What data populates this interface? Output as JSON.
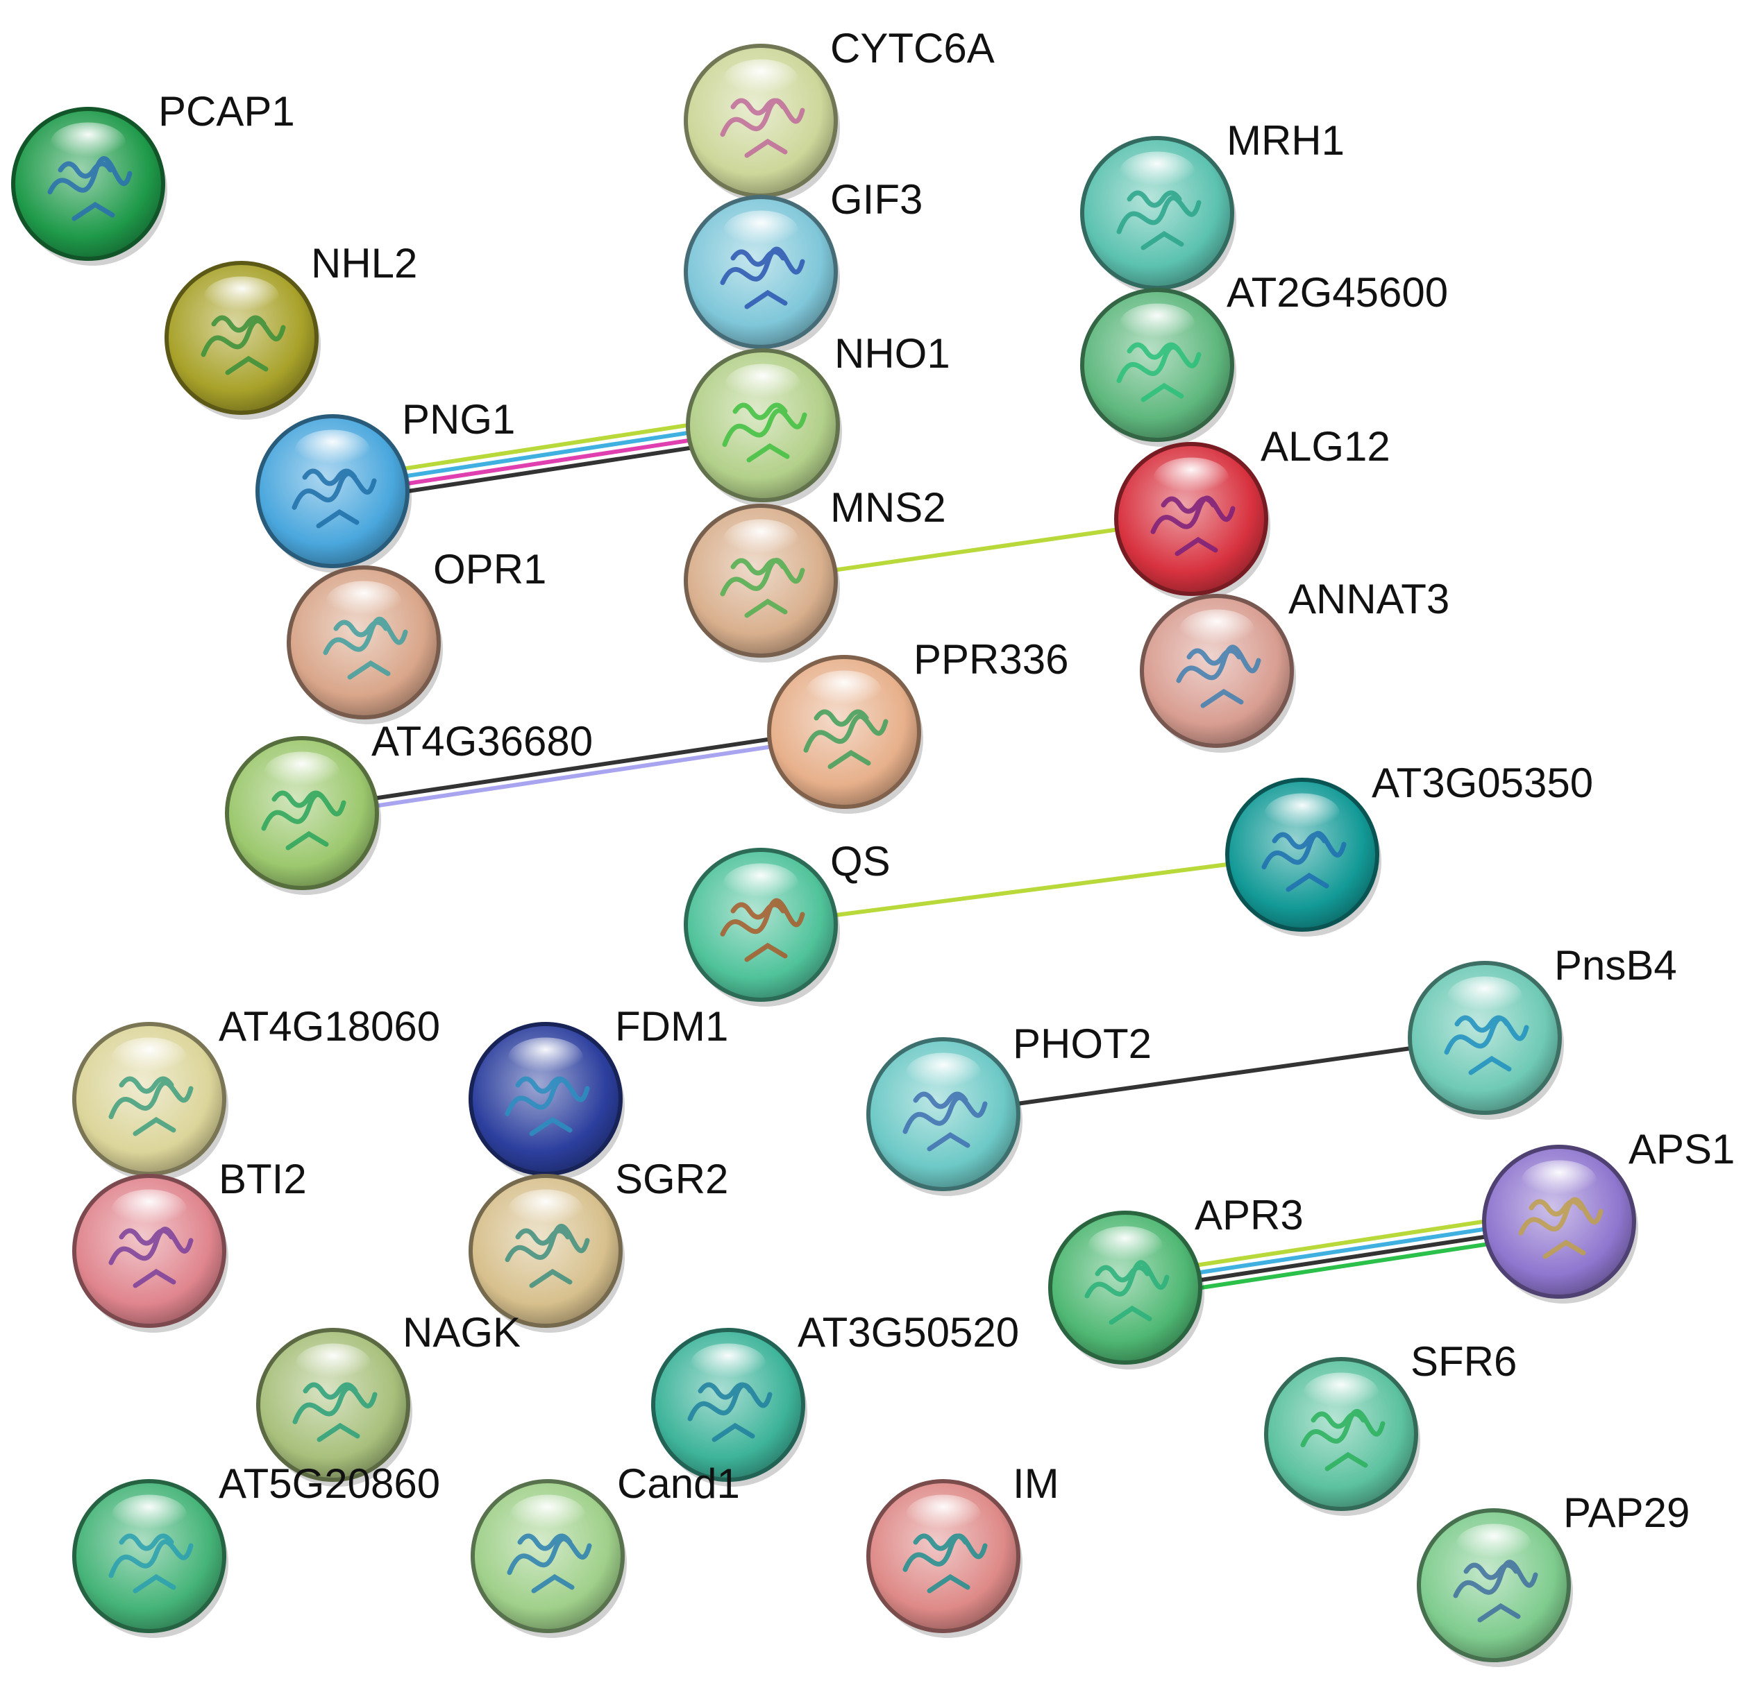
{
  "network": {
    "nodes": [
      {
        "id": "PCAP1",
        "label": "PCAP1",
        "color": "#1f9a4a",
        "protein_color": "#2a6fb0"
      },
      {
        "id": "NHL2",
        "label": "NHL2",
        "color": "#a8a22a",
        "protein_color": "#3a8f3a"
      },
      {
        "id": "CYTC6A",
        "label": "CYTC6A",
        "color": "#cdd79a",
        "protein_color": "#c06a9a"
      },
      {
        "id": "GIF3",
        "label": "GIF3",
        "color": "#7fc7d9",
        "protein_color": "#2a55b0"
      },
      {
        "id": "NHO1",
        "label": "NHO1",
        "color": "#b3d08a",
        "protein_color": "#3fbf3f"
      },
      {
        "id": "PNG1",
        "label": "PNG1",
        "color": "#4aa7dd",
        "protein_color": "#1f6fa8"
      },
      {
        "id": "MNS2",
        "label": "MNS2",
        "color": "#d9b08e",
        "protein_color": "#4fae4f"
      },
      {
        "id": "OPR1",
        "label": "OPR1",
        "color": "#d9a68a",
        "protein_color": "#3f9f9f"
      },
      {
        "id": "MRH1",
        "label": "MRH1",
        "color": "#5cc2b0",
        "protein_color": "#2aa58a"
      },
      {
        "id": "AT2G45600",
        "label": "AT2G45600",
        "color": "#5fb87e",
        "protein_color": "#2ac07a"
      },
      {
        "id": "ALG12",
        "label": "ALG12",
        "color": "#d8323f",
        "protein_color": "#7a1f7a"
      },
      {
        "id": "ANNAT3",
        "label": "ANNAT3",
        "color": "#d99e92",
        "protein_color": "#3f7fb0"
      },
      {
        "id": "PPR336",
        "label": "PPR336",
        "color": "#e7b08b",
        "protein_color": "#3f9f5a"
      },
      {
        "id": "AT4G36680",
        "label": "AT4G36680",
        "color": "#9cc86e",
        "protein_color": "#2aa55a"
      },
      {
        "id": "AT3G05350",
        "label": "AT3G05350",
        "color": "#139a97",
        "protein_color": "#1f6fb0"
      },
      {
        "id": "QS",
        "label": "QS",
        "color": "#50c39b",
        "protein_color": "#a85a2a"
      },
      {
        "id": "AT4G18060",
        "label": "AT4G18060",
        "color": "#dcd59a",
        "protein_color": "#3f9f7f"
      },
      {
        "id": "FDM1",
        "label": "FDM1",
        "color": "#2c3f9e",
        "protein_color": "#2a8fc0"
      },
      {
        "id": "BTI2",
        "label": "BTI2",
        "color": "#e0858e",
        "protein_color": "#7a3f9a"
      },
      {
        "id": "SGR2",
        "label": "SGR2",
        "color": "#d7c08d",
        "protein_color": "#3f8f7f"
      },
      {
        "id": "PHOT2",
        "label": "PHOT2",
        "color": "#6dc9c6",
        "protein_color": "#3f6fb0"
      },
      {
        "id": "PnsB4",
        "label": "PnsB4",
        "color": "#6fcab6",
        "protein_color": "#1f8fc0"
      },
      {
        "id": "APS1",
        "label": "APS1",
        "color": "#8f76cf",
        "protein_color": "#c0a04a"
      },
      {
        "id": "APR3",
        "label": "APR3",
        "color": "#4fb873",
        "protein_color": "#2ab07a"
      },
      {
        "id": "NAGK",
        "label": "NAGK",
        "color": "#a8c07c",
        "protein_color": "#2aa07a"
      },
      {
        "id": "AT3G50520",
        "label": "AT3G50520",
        "color": "#3eb49a",
        "protein_color": "#1f7f9f"
      },
      {
        "id": "SFR6",
        "label": "SFR6",
        "color": "#5cc2a0",
        "protein_color": "#2ab05a"
      },
      {
        "id": "AT5G20860",
        "label": "AT5G20860",
        "color": "#45b478",
        "protein_color": "#2a9fb0"
      },
      {
        "id": "CanD1",
        "label": "Cand1",
        "color": "#9fd08a",
        "protein_color": "#2a7fb0"
      },
      {
        "id": "IM",
        "label": "IM",
        "color": "#de8a88",
        "protein_color": "#1f8f8f"
      },
      {
        "id": "PAP29",
        "label": "PAP29",
        "color": "#7fcc8e",
        "protein_color": "#3f6f9f"
      }
    ],
    "edges": [
      {
        "source": "PNG1",
        "target": "NHO1",
        "colors": [
          "#b9d93a",
          "#3fb0e0",
          "#e03fb0",
          "#333333"
        ]
      },
      {
        "source": "MNS2",
        "target": "ALG12",
        "colors": [
          "#b9d93a"
        ]
      },
      {
        "source": "AT4G36680",
        "target": "PPR336",
        "colors": [
          "#333333",
          "#a8a4f0"
        ]
      },
      {
        "source": "QS",
        "target": "AT3G05350",
        "colors": [
          "#b9d93a"
        ]
      },
      {
        "source": "PHOT2",
        "target": "PnsB4",
        "colors": [
          "#333333"
        ]
      },
      {
        "source": "APR3",
        "target": "APS1",
        "colors": [
          "#b9d93a",
          "#3fb0e0",
          "#333333",
          "#2ac04a"
        ]
      }
    ]
  }
}
